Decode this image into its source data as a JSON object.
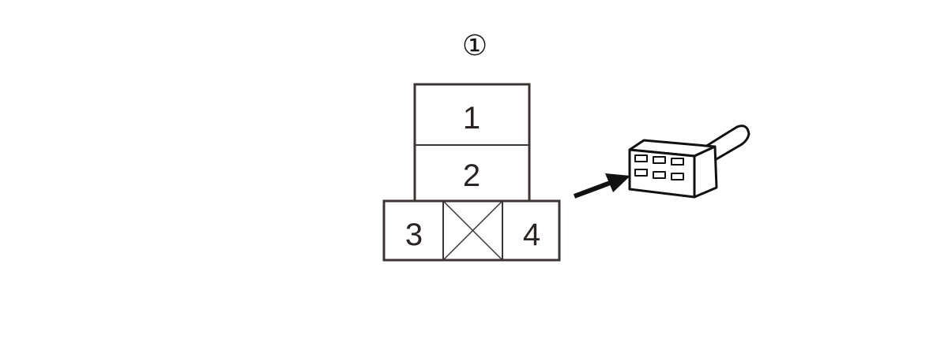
{
  "diagram": {
    "connector_id": "①",
    "pins": [
      {
        "label": "1"
      },
      {
        "label": "2"
      },
      {
        "label": "3"
      },
      {
        "label": "4"
      }
    ],
    "colors": {
      "stroke": "#3b3633",
      "text": "#2a2522",
      "background": "#ffffff"
    },
    "icons": [
      "blocked-cavity-icon",
      "arrow-icon",
      "connector-plug-icon"
    ]
  }
}
